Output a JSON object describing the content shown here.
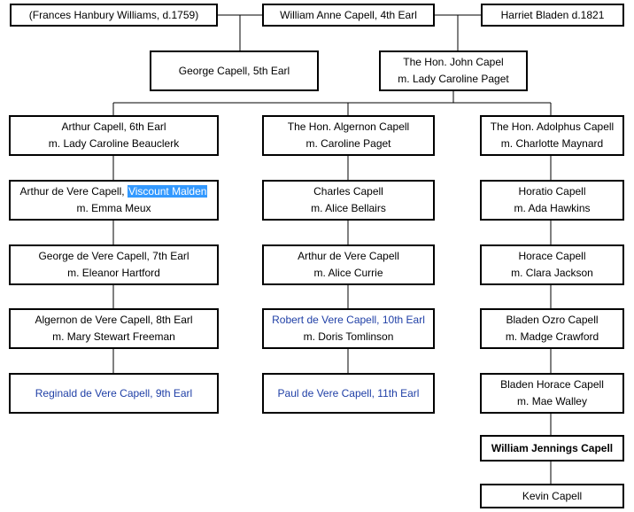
{
  "people": {
    "frances": {
      "name": "(Frances Hanbury Williams, d.1759)"
    },
    "william_anne": {
      "name": "William Anne Capell, 4th Earl"
    },
    "harriet": {
      "name": "Harriet Bladen d.1821"
    },
    "george5": {
      "name": "George Capell, 5th Earl"
    },
    "john": {
      "name": "The Hon. John Capel",
      "spouse": "m. Lady Caroline Paget"
    },
    "arthur6": {
      "name": "Arthur Capell, 6th Earl",
      "spouse": "m. Lady Caroline Beauclerk"
    },
    "algernon": {
      "name": "The Hon. Algernon Capell",
      "spouse": "m. Caroline Paget"
    },
    "adolphus": {
      "name": "The Hon. Adolphus Capell",
      "spouse": "m. Charlotte Maynard"
    },
    "arthur_malden": {
      "name": "Arthur de Vere Capell,",
      "title": "Viscount Malden",
      "spouse": "m. Emma Meux"
    },
    "charles": {
      "name": "Charles Capell",
      "spouse": "m. Alice Bellairs"
    },
    "horatio": {
      "name": "Horatio Capell",
      "spouse": "m. Ada Hawkins"
    },
    "george7": {
      "name": "George de Vere Capell, 7th Earl",
      "spouse": "m. Eleanor Hartford"
    },
    "arthur_devere": {
      "name": "Arthur de Vere Capell",
      "spouse": "m. Alice Currie"
    },
    "horace": {
      "name": "Horace Capell",
      "spouse": "m. Clara Jackson"
    },
    "algernon8": {
      "name": "Algernon de Vere Capell, 8th Earl",
      "spouse": "m. Mary Stewart Freeman"
    },
    "robert10": {
      "name": "Robert de Vere Capell, 10th Earl",
      "spouse": "m. Doris Tomlinson"
    },
    "bladen_ozro": {
      "name": "Bladen Ozro Capell",
      "spouse": "m. Madge Crawford"
    },
    "reginald9": {
      "name": "Reginald de Vere Capell, 9th Earl"
    },
    "paul11": {
      "name": "Paul de Vere Capell, 11th Earl"
    },
    "bladen_horace": {
      "name": "Bladen Horace Capell",
      "spouse": "m. Mae Walley"
    },
    "william_jennings": {
      "name": "William Jennings Capell"
    },
    "kevin": {
      "name": "Kevin Capell"
    }
  },
  "colors": {
    "link": "#1f3fa6",
    "selection": "#3399ff",
    "border": "#000000"
  }
}
